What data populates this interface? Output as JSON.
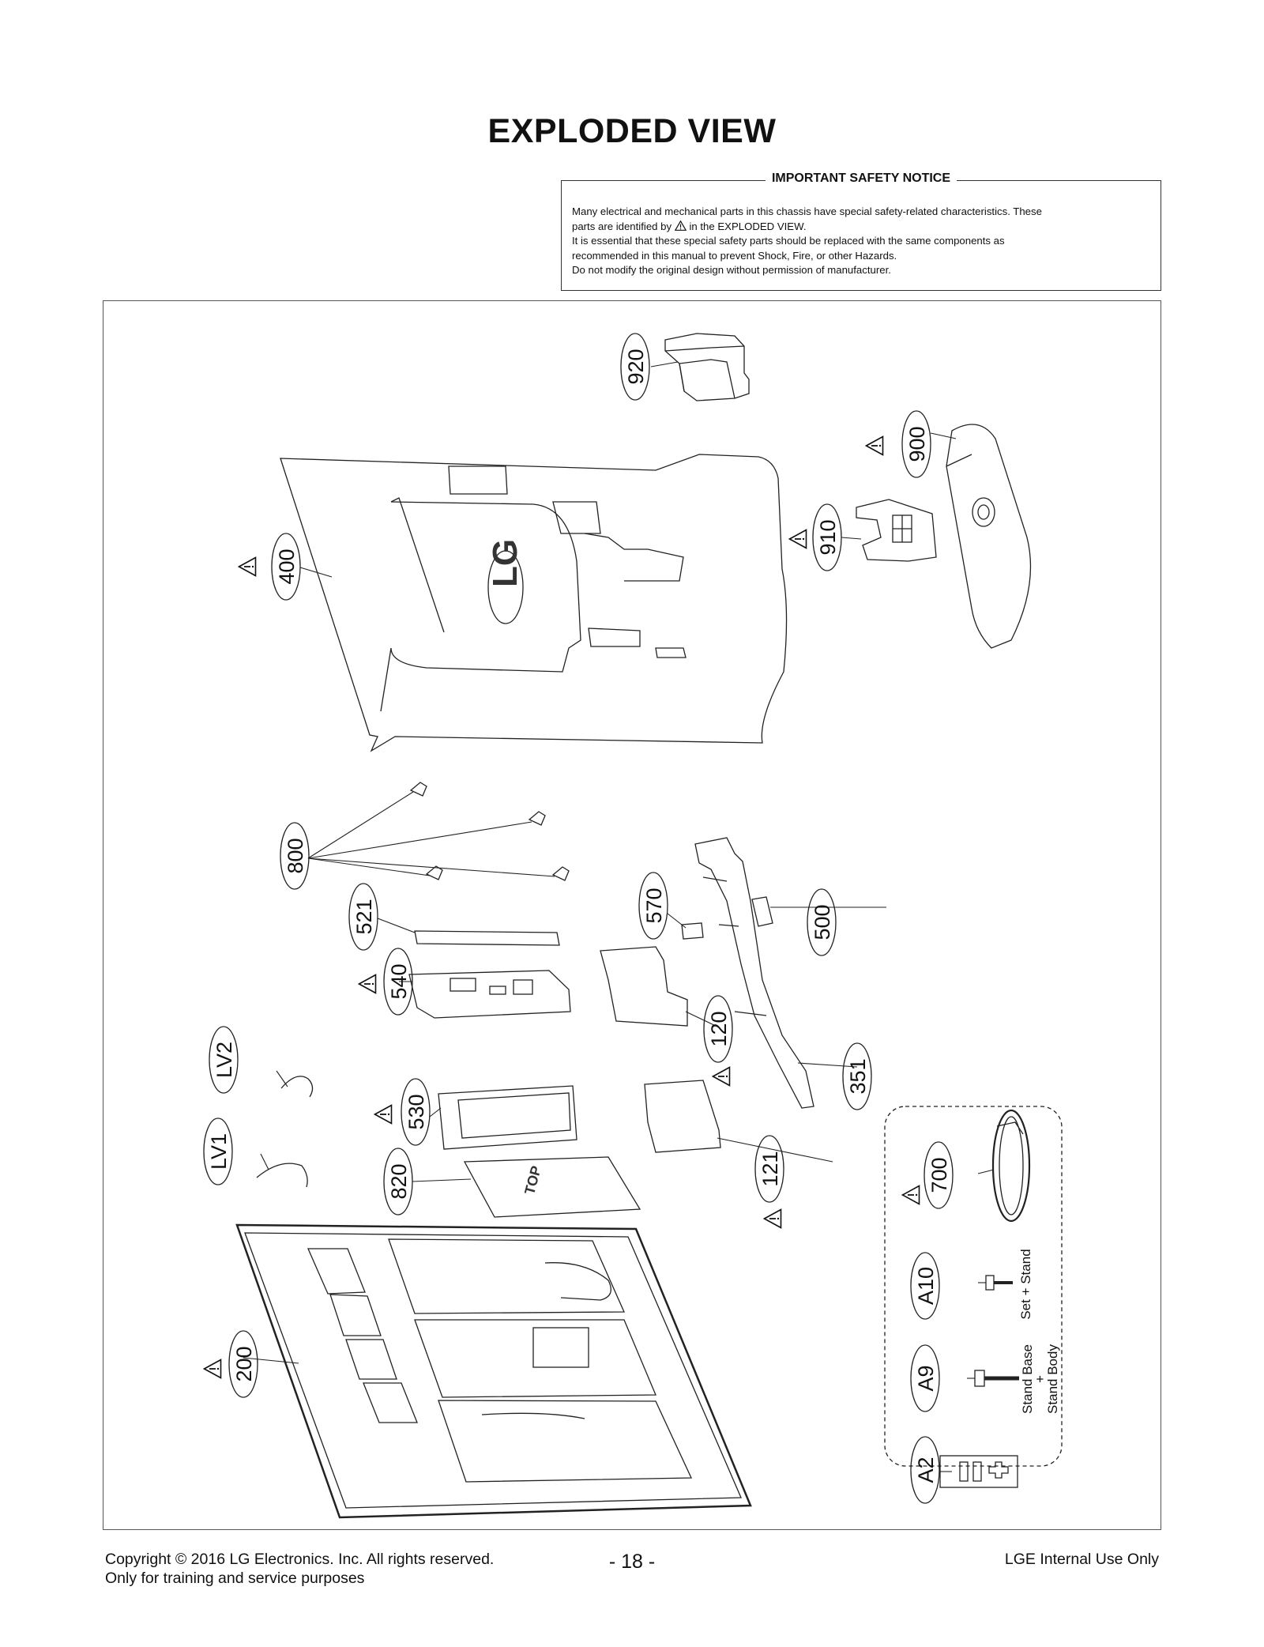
{
  "title": "EXPLODED VIEW",
  "safety_notice": {
    "heading": "IMPORTANT SAFETY NOTICE",
    "line1": "Many electrical and mechanical parts in this chassis have special safety-related characteristics. These",
    "line2_prefix": "parts are identified by",
    "line2_suffix": "in the EXPLODED VIEW.",
    "line3": "It is essential that these special safety parts should be replaced with the same components as",
    "line4": "recommended in this manual to prevent Shock, Fire, or other Hazards.",
    "line5": "Do not modify the original design without permission of manufacturer."
  },
  "callouts": {
    "c920": "920",
    "c900": "900",
    "c910": "910",
    "c400": "400",
    "c800": "800",
    "c521": "521",
    "c570": "570",
    "c500": "500",
    "c540": "540",
    "c120": "120",
    "c351": "351",
    "cLV2": "LV2",
    "c530": "530",
    "cLV1": "LV1",
    "c820": "820",
    "c121": "121",
    "c700": "700",
    "cA10": "A10",
    "cA9": "A9",
    "cA2": "A2",
    "c200": "200"
  },
  "screw_captions": {
    "set_stand": "Set + Stand",
    "stand_base": "Stand Base",
    "plus": "+",
    "stand_body": "Stand Body"
  },
  "part_markings": {
    "logo": "LG",
    "top_arrow": "TOP"
  },
  "footer": {
    "copyright": "Copyright  © 2016 LG Electronics. Inc. All rights reserved.",
    "training": "Only for training and service purposes",
    "page": "- 18 -",
    "internal": "LGE Internal Use Only"
  }
}
